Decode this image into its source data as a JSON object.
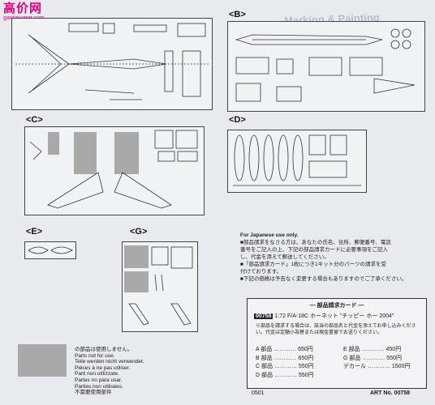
{
  "watermark": {
    "title": "高价网",
    "url": "gaojiawang.com"
  },
  "header_fragment": "Marking & Painting",
  "sections": {
    "A": "",
    "B": "<B>",
    "C": "<C>",
    "D": "<D>",
    "E": "<E>",
    "G": "<G>"
  },
  "japanese_notice": {
    "heading": "For Japanese use only.",
    "lines": [
      "■部品請求をなさる方は、あなたの氏名、住所、郵便番号、電話",
      "番号をご記入の上、下記の部品請求カードに必要事項をご記入",
      "し、代金を添えて郵送してください。",
      "■「部品請求カード」1枚につき1キット分のパーツの請求を受",
      "付けております。",
      "■下記の価格は予告なく変更する場合もありますのでご了承ください。"
    ]
  },
  "parts_card": {
    "caption": "— 部品請求カード —",
    "kit_code": "00758",
    "kit_scale": "1:72",
    "kit_name": "F/A-18C ホーネット \"チッピー ホー 2004\"",
    "note": "※部品を請求する場合は、該当の部品名と代金を添えてお申し込みください。代金は定額小為替または現金書留でお送りください。",
    "left_prices": [
      {
        "part": "A 部品",
        "price": "650円"
      },
      {
        "part": "B 部品",
        "price": "650円"
      },
      {
        "part": "C 部品",
        "price": "550円"
      },
      {
        "part": "D 部品",
        "price": "550円"
      }
    ],
    "right_prices": [
      {
        "part": "E 部品",
        "price": "450円"
      },
      {
        "part": "G 部品",
        "price": "550円"
      },
      {
        "part": "デカール",
        "price": "1500円"
      }
    ]
  },
  "not_for_use": {
    "lines": [
      "の部品は使用しません。",
      "Parts not for use.",
      "Teile werden nicht verwendet.",
      "Pièces à ne pas utiliser.",
      "Parti non utilizzate.",
      "Partes no para usar.",
      "Parties non utilisées.",
      "不需要使用部件"
    ]
  },
  "footer": {
    "code": "0501",
    "art_no": "ART No. 00758"
  },
  "colors": {
    "watermark": "#e3007e",
    "background": "#e9eaee",
    "shade": "#a9a9a9"
  }
}
